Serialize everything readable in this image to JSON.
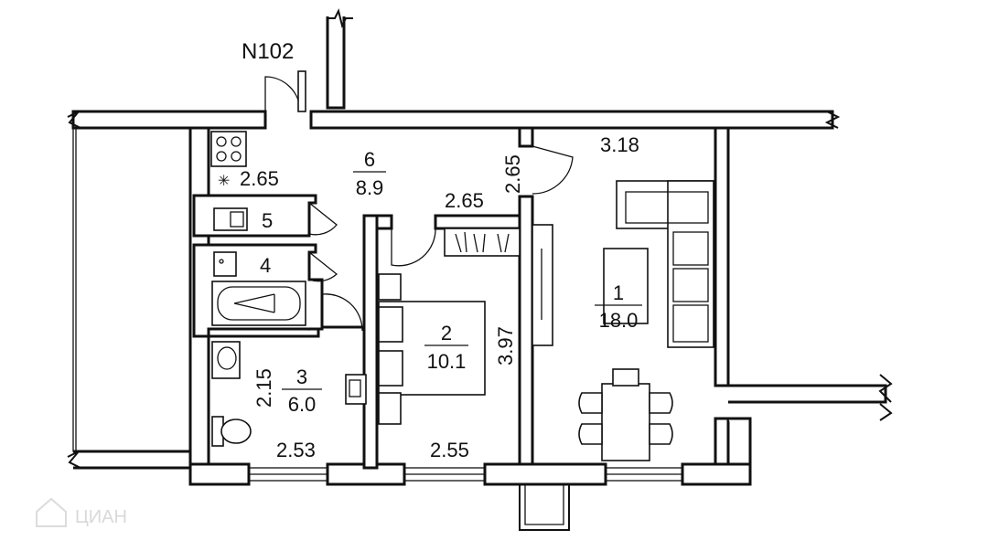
{
  "plan": {
    "apartment_number": "N102",
    "rooms": [
      {
        "number": "1",
        "area": "18.0"
      },
      {
        "number": "2",
        "area": "10.1"
      },
      {
        "number": "3",
        "area": "6.0"
      },
      {
        "number": "4"
      },
      {
        "number": "5"
      },
      {
        "number": "6",
        "area": "8.9"
      }
    ],
    "dimensions": {
      "living_width": "3.18",
      "kitchen_width": "2.65",
      "hall_height": "2.65",
      "closet_width": "2.65",
      "bedroom_depth": "3.97",
      "bath_depth": "2.15",
      "bath_width": "2.53",
      "bedroom_width": "2.55"
    },
    "stove_symbol": "✳"
  },
  "watermark": {
    "text": "ЦИАН"
  },
  "icons": [
    "stove-icon",
    "sink-icon",
    "bathtub-icon",
    "toilet-icon",
    "bed-icon",
    "sofa-icon",
    "dining-table-icon",
    "wardrobe-icon",
    "door-icon",
    "window-icon",
    "balcony-icon"
  ]
}
